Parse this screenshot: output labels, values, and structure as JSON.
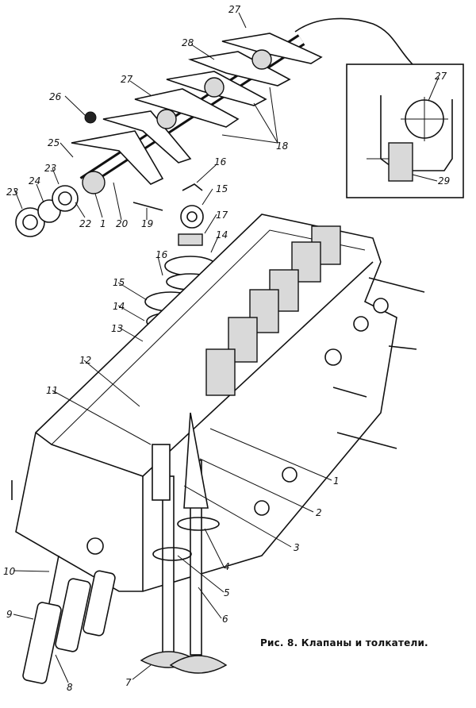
{
  "caption": "Рис. 8. Клапаны и толкатели.",
  "callouts": [
    "1",
    "2",
    "3",
    "4",
    "5",
    "6",
    "7",
    "8",
    "9",
    "10",
    "11",
    "12",
    "13",
    "14",
    "15",
    "16",
    "17",
    "18",
    "19",
    "20",
    "22",
    "23",
    "24",
    "25",
    "26",
    "27",
    "28",
    "29"
  ],
  "labels": {
    "l27a": "27",
    "l28": "28",
    "l27b": "27",
    "l26": "26",
    "l25": "25",
    "l23a": "23",
    "l24": "24",
    "l23b": "23",
    "l22": "22",
    "l1a": "1",
    "l20": "20",
    "l19": "19",
    "l18": "18",
    "l16a": "16",
    "l15a": "15",
    "l17": "17",
    "l14a": "14",
    "l16b": "16",
    "l15b": "15",
    "l14b": "14",
    "l13": "13",
    "l12": "12",
    "l11": "11",
    "l1b": "1",
    "l2": "2",
    "l3": "3",
    "l4": "4",
    "l5": "5",
    "l6": "6",
    "l7": "7",
    "l8": "8",
    "l9": "9",
    "l10": "10",
    "l27c": "27",
    "l29": "29"
  }
}
